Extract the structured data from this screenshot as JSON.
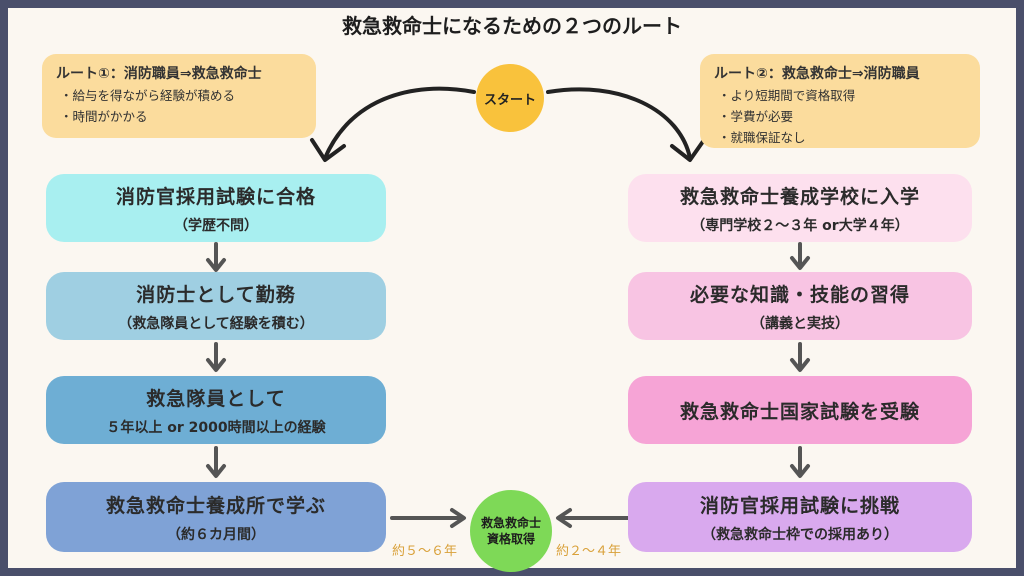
{
  "title": "救急救命士になるための２つのルート",
  "start_label": "スタート",
  "route1": {
    "title": "ルート①：消防職員⇒救急救命士",
    "points": [
      "・給与を得ながら経験が積める",
      "・時間がかかる"
    ]
  },
  "route2": {
    "title": "ルート②：救急救命士⇒消防職員",
    "points": [
      "・より短期間で資格取得",
      "・学費が必要",
      "・就職保証なし"
    ]
  },
  "left_steps": [
    {
      "title": "消防官採用試験に合格",
      "sub": "（学歴不問）"
    },
    {
      "title": "消防士として勤務",
      "sub": "（救急隊員として経験を積む）"
    },
    {
      "title": "救急隊員として",
      "sub": "５年以上 or 2000時間以上の経験"
    },
    {
      "title": "救急救命士養成所で学ぶ",
      "sub": "（約６カ月間）"
    }
  ],
  "right_steps": [
    {
      "title": "救急救命士養成学校に入学",
      "sub": "（専門学校２～３年 or大学４年）"
    },
    {
      "title": "必要な知識・技能の習得",
      "sub": "（講義と実技）"
    },
    {
      "title": "救急救命士国家試験を受験",
      "sub": ""
    },
    {
      "title": "消防官採用試験に挑戦",
      "sub": "（救急救命士枠での採用あり）"
    }
  ],
  "goal": {
    "line1": "救急救命士",
    "line2": "資格取得"
  },
  "left_duration": "約５～６年",
  "right_duration": "約２～４年"
}
